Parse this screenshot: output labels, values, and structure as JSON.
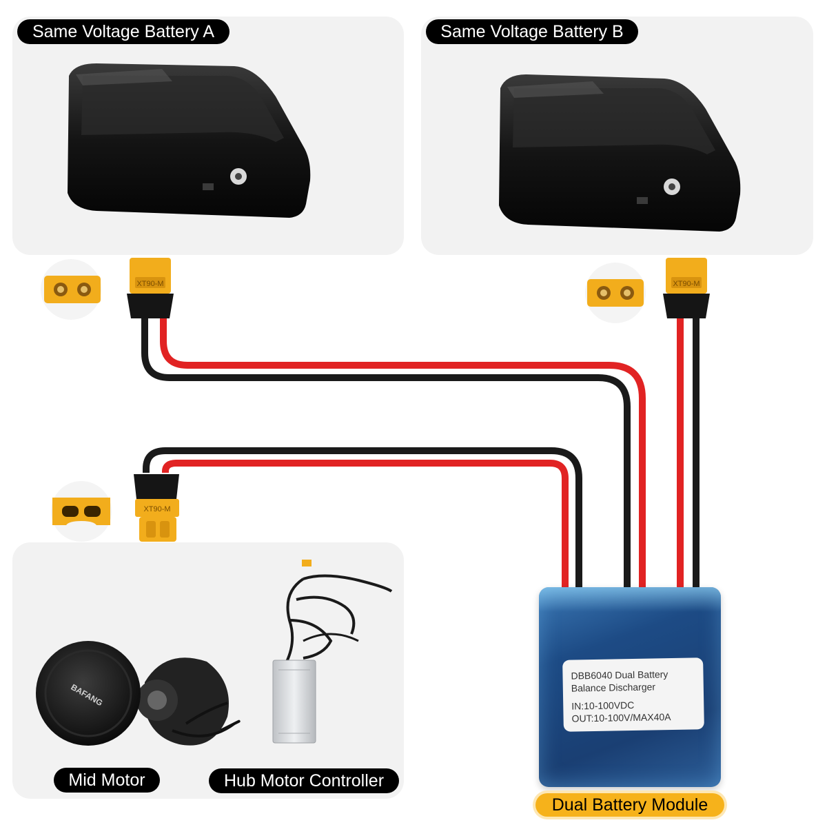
{
  "panels": {
    "battery_a": {
      "label": "Same Voltage Battery A"
    },
    "battery_b": {
      "label": "Same Voltage Battery B"
    },
    "motors": {
      "mid_motor_label": "Mid Motor",
      "hub_controller_label": "Hub Motor Controller",
      "motor_brand": "BAFANG"
    }
  },
  "module": {
    "caption": "Dual Battery Module",
    "label_lines": [
      "DBB6040 Dual Battery",
      "Balance Discharger",
      "IN:10-100VDC",
      "OUT:10-100V/MAX40A"
    ]
  },
  "connectors": {
    "marking": "XT90-M"
  },
  "colors": {
    "positive_wire": "#e12323",
    "negative_wire": "#1a1a1a",
    "connector_yellow": "#f2ad1c",
    "caption_highlight": "#f6b21b",
    "panel_bg": "#f2f2f2"
  }
}
